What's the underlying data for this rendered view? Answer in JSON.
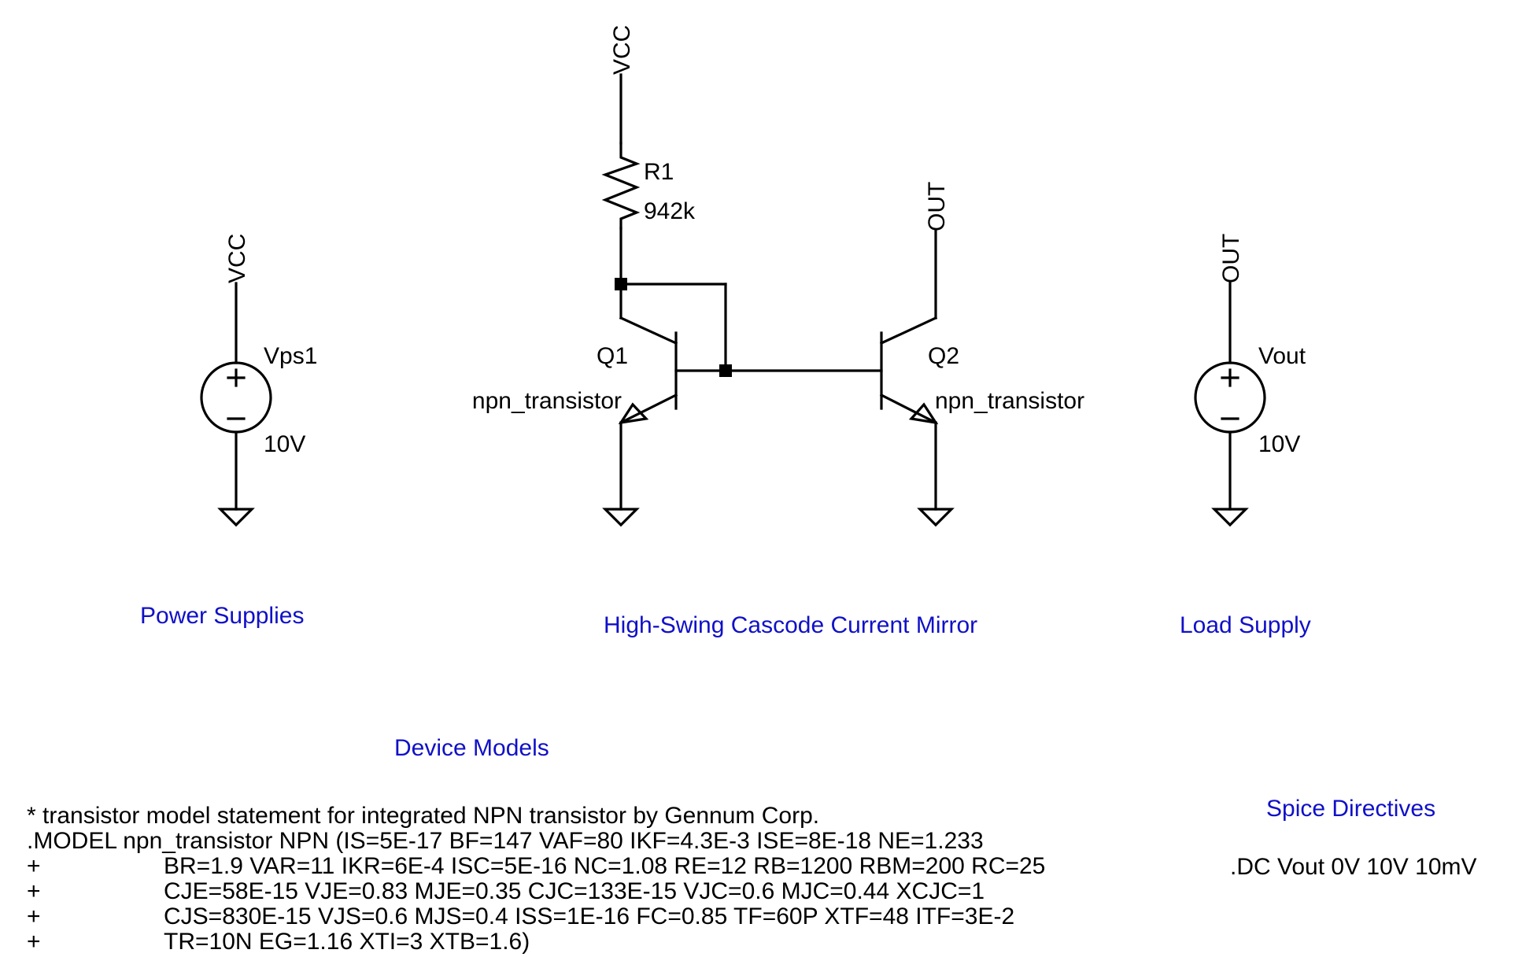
{
  "net_labels": {
    "vcc_top": "VCC",
    "vcc_supply": "VCC",
    "out_q2": "OUT",
    "out_load": "OUT"
  },
  "components": {
    "R1": {
      "name": "R1",
      "value": "942k"
    },
    "Q1": {
      "name": "Q1",
      "model": "npn_transistor"
    },
    "Q2": {
      "name": "Q2",
      "model": "npn_transistor"
    },
    "Vps1": {
      "name": "Vps1",
      "value": "10V"
    },
    "Vout": {
      "name": "Vout",
      "value": "10V"
    }
  },
  "comments": {
    "power_supplies": "Power Supplies",
    "mirror": "High-Swing Cascode Current Mirror",
    "load_supply": "Load Supply",
    "device_models": "Device Models",
    "spice_directives": "Spice Directives"
  },
  "model_lines": [
    {
      "prefix": "",
      "text": "* transistor model statement for integrated NPN transistor by Gennum Corp."
    },
    {
      "prefix": "",
      "text": ".MODEL npn_transistor NPN (IS=5E-17 BF=147 VAF=80 IKF=4.3E-3 ISE=8E-18 NE=1.233"
    },
    {
      "prefix": "+",
      "text": "BR=1.9 VAR=11 IKR=6E-4 ISC=5E-16 NC=1.08 RE=12 RB=1200 RBM=200 RC=25"
    },
    {
      "prefix": "+",
      "text": "CJE=58E-15 VJE=0.83 MJE=0.35 CJC=133E-15 VJC=0.6 MJC=0.44 XCJC=1"
    },
    {
      "prefix": "+",
      "text": "CJS=830E-15 VJS=0.6 MJS=0.4 ISS=1E-16 FC=0.85 TF=60P XTF=48 ITF=3E-2"
    },
    {
      "prefix": "+",
      "text": "TR=10N EG=1.16 XTI=3 XTB=1.6)"
    }
  ],
  "directive": ".DC Vout 0V 10V 10mV",
  "colors": {
    "wire": "#000000",
    "comment": "#1010c8"
  }
}
